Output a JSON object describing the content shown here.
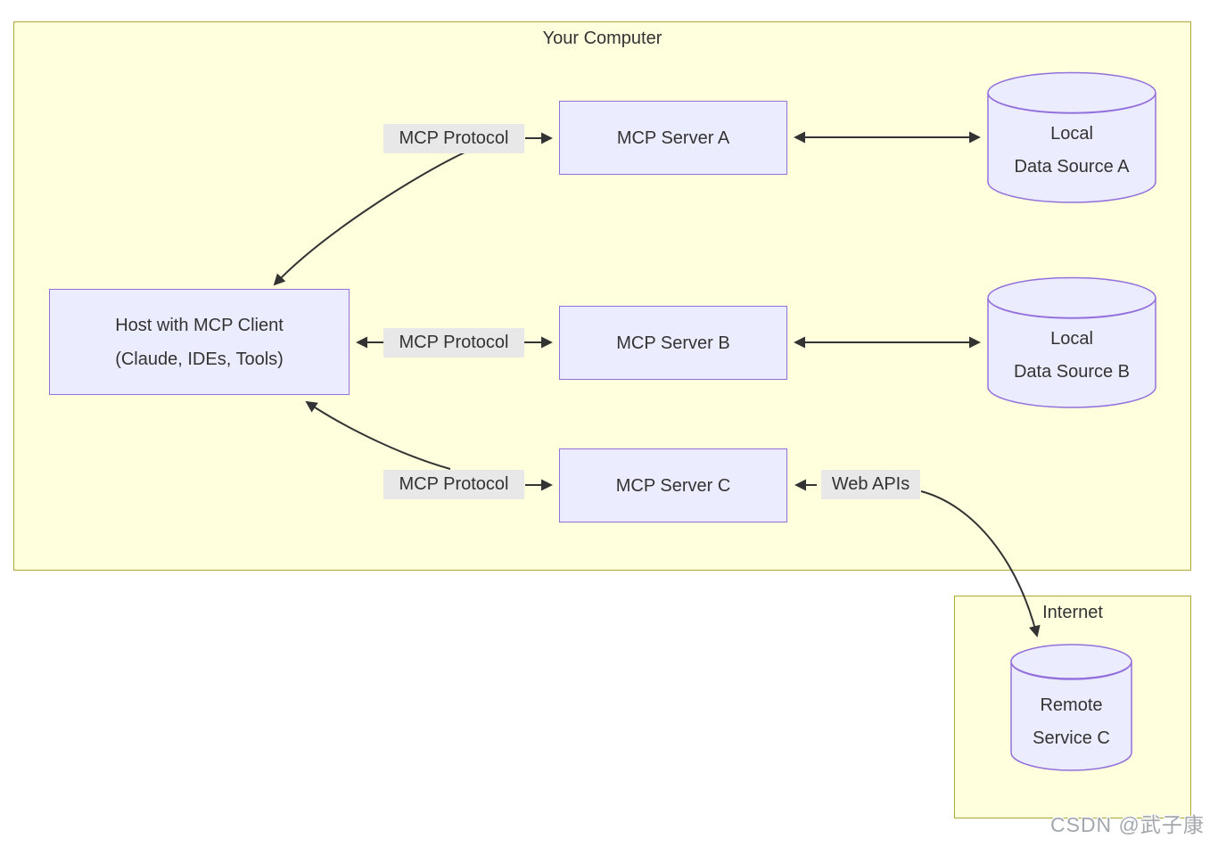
{
  "groups": {
    "your_computer": {
      "title": "Your Computer"
    },
    "internet": {
      "title": "Internet"
    }
  },
  "nodes": {
    "host": {
      "line1": "Host with MCP Client",
      "line2": "(Claude, IDEs, Tools)"
    },
    "server_a": {
      "label": "MCP Server A"
    },
    "server_b": {
      "label": "MCP Server B"
    },
    "server_c": {
      "label": "MCP Server C"
    },
    "data_source_a": {
      "line1": "Local",
      "line2": "Data Source A"
    },
    "data_source_b": {
      "line1": "Local",
      "line2": "Data Source B"
    },
    "remote_service_c": {
      "line1": "Remote",
      "line2": "Service C"
    }
  },
  "edge_labels": {
    "protocol_a": "MCP Protocol",
    "protocol_b": "MCP Protocol",
    "protocol_c": "MCP Protocol",
    "web_apis": "Web APIs"
  },
  "watermark": "CSDN @武子康",
  "colors": {
    "group_fill": "#ffffde",
    "group_border": "#aaaa33",
    "node_fill": "#ececff",
    "node_border": "#9370db",
    "edge_label_bg": "#e8e8e8",
    "text": "#333333",
    "arrow": "#333333",
    "watermark_text": "#a3a8ad"
  }
}
